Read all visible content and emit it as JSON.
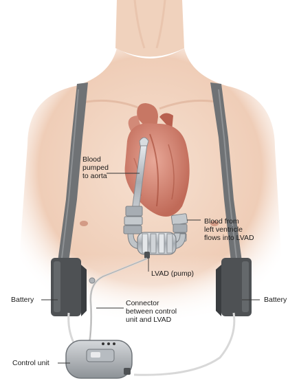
{
  "labels": {
    "blood_pumped": "Blood\npumped\nto aorta",
    "blood_from_ventricle": "Blood from\nleft ventricle\nflows into LVAD",
    "lvad_pump": "LVAD (pump)",
    "battery_left": "Battery",
    "battery_right": "Battery",
    "connector": "Connector\nbetween control\nunit and LVAD",
    "control_unit": "Control unit"
  },
  "colors": {
    "skin": "#f3d7c4",
    "skin_shadow": "#e2b79f",
    "heart": "#d98f7f",
    "heart_dark": "#b8604f",
    "strap": "#6f7275",
    "battery": "#4e5154",
    "device_metal": "#b9bec3",
    "cable": "#dcdcdc"
  }
}
